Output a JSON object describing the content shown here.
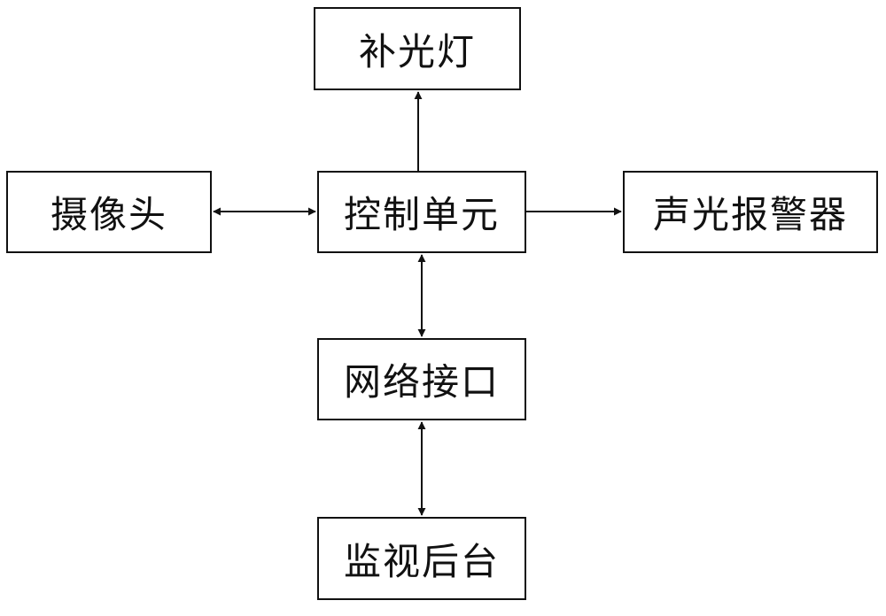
{
  "diagram": {
    "nodes": {
      "fill_light": "补光灯",
      "camera": "摄像头",
      "control_unit": "控制单元",
      "alarm": "声光报警器",
      "network_interface": "网络接口",
      "monitoring_backend": "监视后台"
    },
    "edges": [
      {
        "from": "control_unit",
        "to": "fill_light",
        "direction": "one-way"
      },
      {
        "from": "camera",
        "to": "control_unit",
        "direction": "two-way"
      },
      {
        "from": "control_unit",
        "to": "alarm",
        "direction": "one-way"
      },
      {
        "from": "control_unit",
        "to": "network_interface",
        "direction": "two-way"
      },
      {
        "from": "network_interface",
        "to": "monitoring_backend",
        "direction": "two-way"
      }
    ],
    "colors": {
      "line": "#111111",
      "background": "#ffffff"
    }
  }
}
